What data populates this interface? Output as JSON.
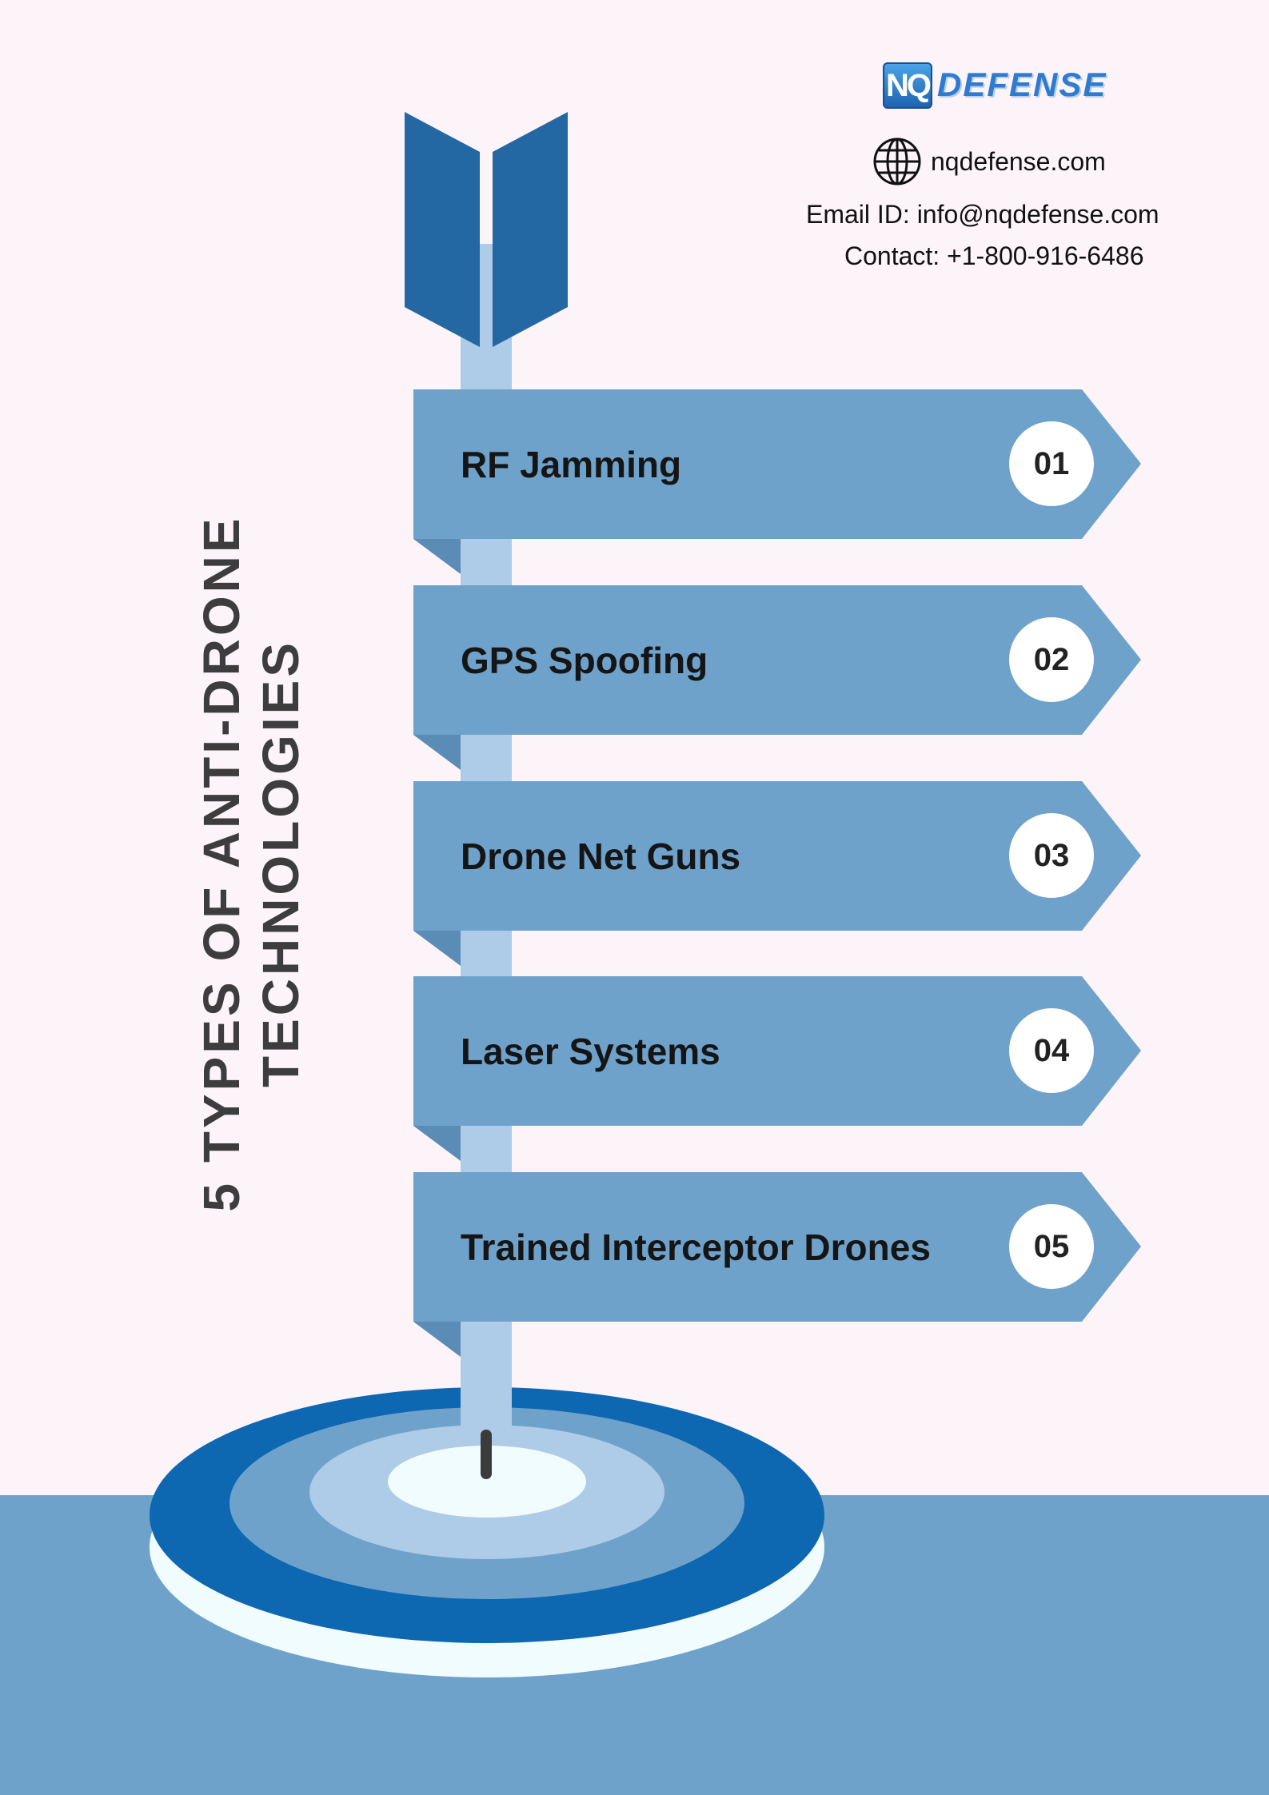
{
  "header": {
    "logo_box_text": "NQ",
    "logo_word": "DEFENSE",
    "website": "nqdefense.com",
    "email": "Email ID: info@nqdefense.com",
    "phone": "Contact: +1-800-916-6486",
    "website_icon": "globe-icon"
  },
  "title": {
    "line1": "5 TYPES OF ANTI-DRONE",
    "line2": "TECHNOLOGIES"
  },
  "items": [
    {
      "label": "RF Jamming",
      "number": "01"
    },
    {
      "label": "GPS Spoofing",
      "number": "02"
    },
    {
      "label": "Drone Net Guns",
      "number": "03"
    },
    {
      "label": "Laser Systems",
      "number": "04"
    },
    {
      "label": "Trained Interceptor Drones",
      "number": "05"
    }
  ],
  "colors": {
    "background": "#fdf4fa",
    "banner": "#6fa2ca",
    "shaft": "#aecbe8",
    "fletching": "#2367a3",
    "ground": "#6fa2ca",
    "target_outer": "#0e67b1",
    "target_inner": "#f1fcfe"
  }
}
